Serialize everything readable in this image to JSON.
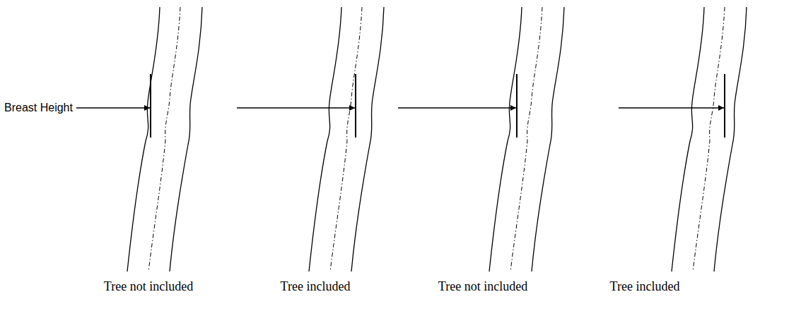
{
  "diagram": {
    "labels": [
      "Breast Height",
      "Tree not included",
      "Tree included",
      "Tree not included",
      "Tree included"
    ]
  }
}
